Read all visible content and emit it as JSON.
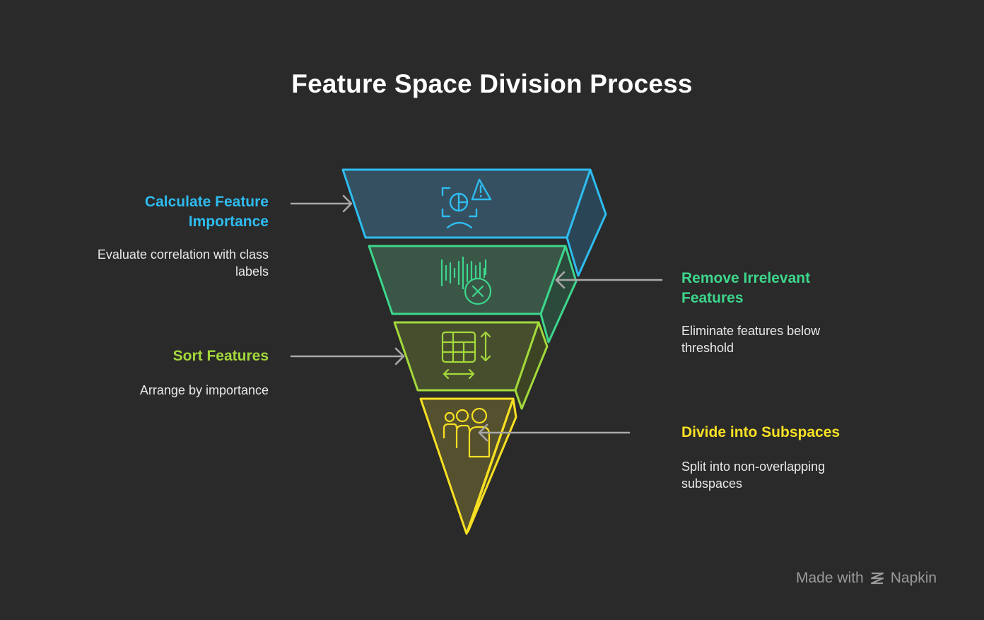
{
  "title": "Feature Space Division Process",
  "steps": [
    {
      "label": "Calculate Feature Importance",
      "description": "Evaluate correlation with class labels",
      "color": "#2ebcf0",
      "icon": "chart-warning-icon"
    },
    {
      "label": "Remove Irrelevant Features",
      "description": "Eliminate features below threshold",
      "color": "#3dd68c",
      "icon": "waveform-remove-icon"
    },
    {
      "label": "Sort Features",
      "description": "Arrange by importance",
      "color": "#a3d93b",
      "icon": "table-sort-icon"
    },
    {
      "label": "Divide into Subspaces",
      "description": "Split into non-overlapping subspaces",
      "color": "#f7e023",
      "icon": "group-people-icon"
    }
  ],
  "branding": {
    "made_with": "Made with",
    "brand": "Napkin"
  },
  "colors": {
    "background": "#2a2a2a",
    "arrow": "#a8a8a8"
  }
}
